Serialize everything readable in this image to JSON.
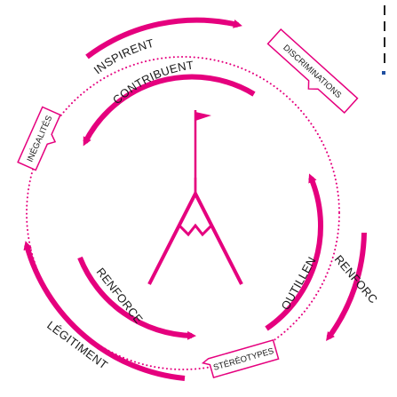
{
  "colors": {
    "accent": "#e5007e",
    "ink": "#1a1a1a",
    "dots": "#e5007e"
  },
  "center_icon": "mountain-flag-icon",
  "labels": {
    "inspirent": "INSPIRENT",
    "contribuent": "CONTRIBUENT",
    "renforcent_inner": "RENFORCENT",
    "outillent": "OUTILLENT",
    "renforcent_outer": "RENFORCENT",
    "legitiment": "LÉGITIMENT"
  },
  "tags": {
    "discriminations": "DISCRIMINATIONS",
    "inegalites": "INÉGALITÉS",
    "stereotypes": "STÉRÉOTYPES"
  }
}
